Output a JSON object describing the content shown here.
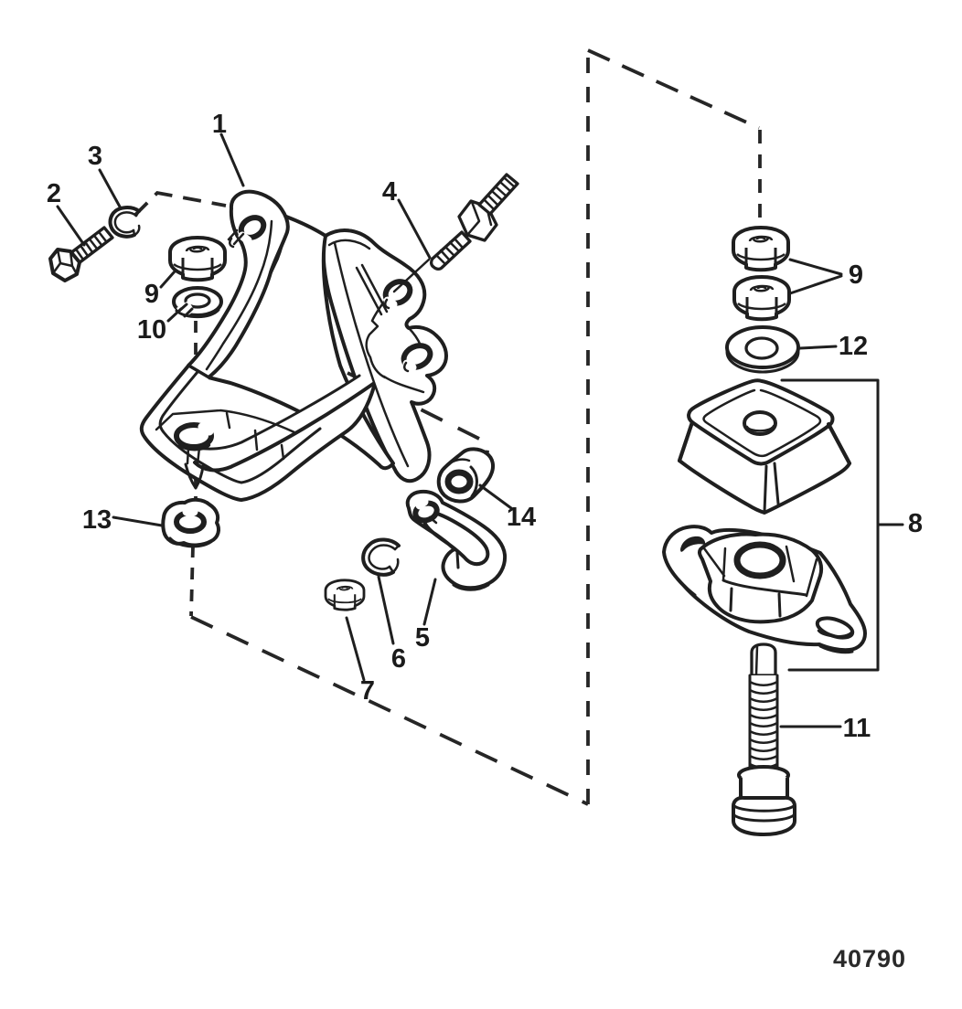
{
  "diagram": {
    "drawing_number": "40790",
    "ink_color": "#1f1f1f",
    "background_color": "#ffffff",
    "callouts": [
      {
        "label": "1"
      },
      {
        "label": "2"
      },
      {
        "label": "3"
      },
      {
        "label": "4"
      },
      {
        "label": "5"
      },
      {
        "label": "6"
      },
      {
        "label": "7"
      },
      {
        "label": "8"
      },
      {
        "label": "9"
      },
      {
        "label": "9"
      },
      {
        "label": "10"
      },
      {
        "label": "11"
      },
      {
        "label": "12"
      },
      {
        "label": "13"
      },
      {
        "label": "14"
      }
    ]
  }
}
